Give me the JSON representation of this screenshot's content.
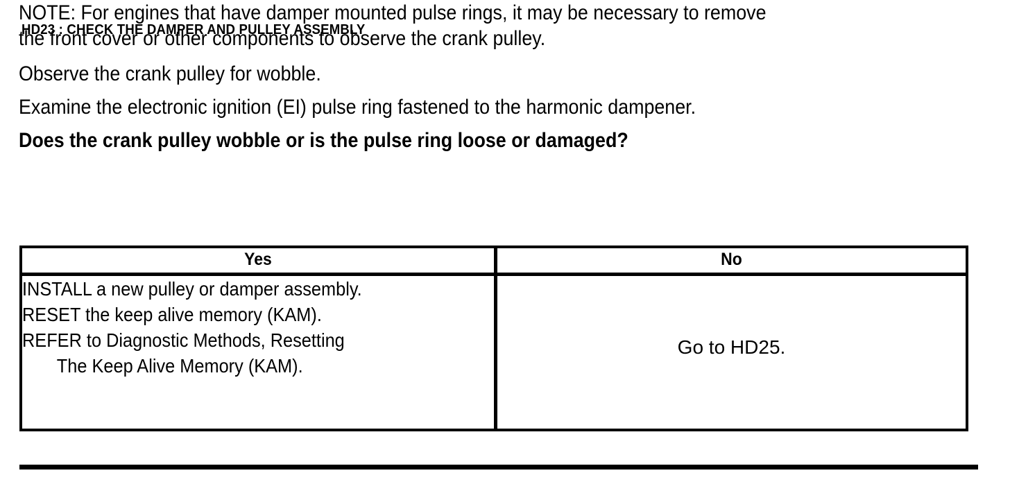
{
  "document": {
    "step_id": "HD23",
    "step_title": "HD23 : CHECK THE DAMPER AND PULLEY ASSEMBLY"
  },
  "body": {
    "note_paragraph": "NOTE: For engines that have damper mounted pulse rings, it may be necessary to remove\nthe front cover or other components to observe the crank pulley.",
    "observe_paragraph": "Observe the crank pulley for wobble.",
    "examine_paragraph": "Examine the electronic ignition (EI) pulse ring fastened to the harmonic dampener.",
    "question": "Does the crank pulley wobble or is the pulse ring loose or damaged?"
  },
  "decision_table": {
    "headers": {
      "yes": "Yes",
      "no": "No"
    },
    "yes_actions": [
      {
        "text": "INSTALL a new pulley or damper assembly.",
        "indent": false
      },
      {
        "text": "RESET the keep alive memory (KAM).",
        "indent": false
      },
      {
        "text": "REFER to Diagnostic Methods, Resetting",
        "indent": false
      },
      {
        "text": "The Keep Alive Memory (KAM).",
        "indent": true
      }
    ],
    "no_action": "Go to HD25."
  },
  "colors": {
    "ink": "#000000",
    "paper": "#ffffff"
  }
}
